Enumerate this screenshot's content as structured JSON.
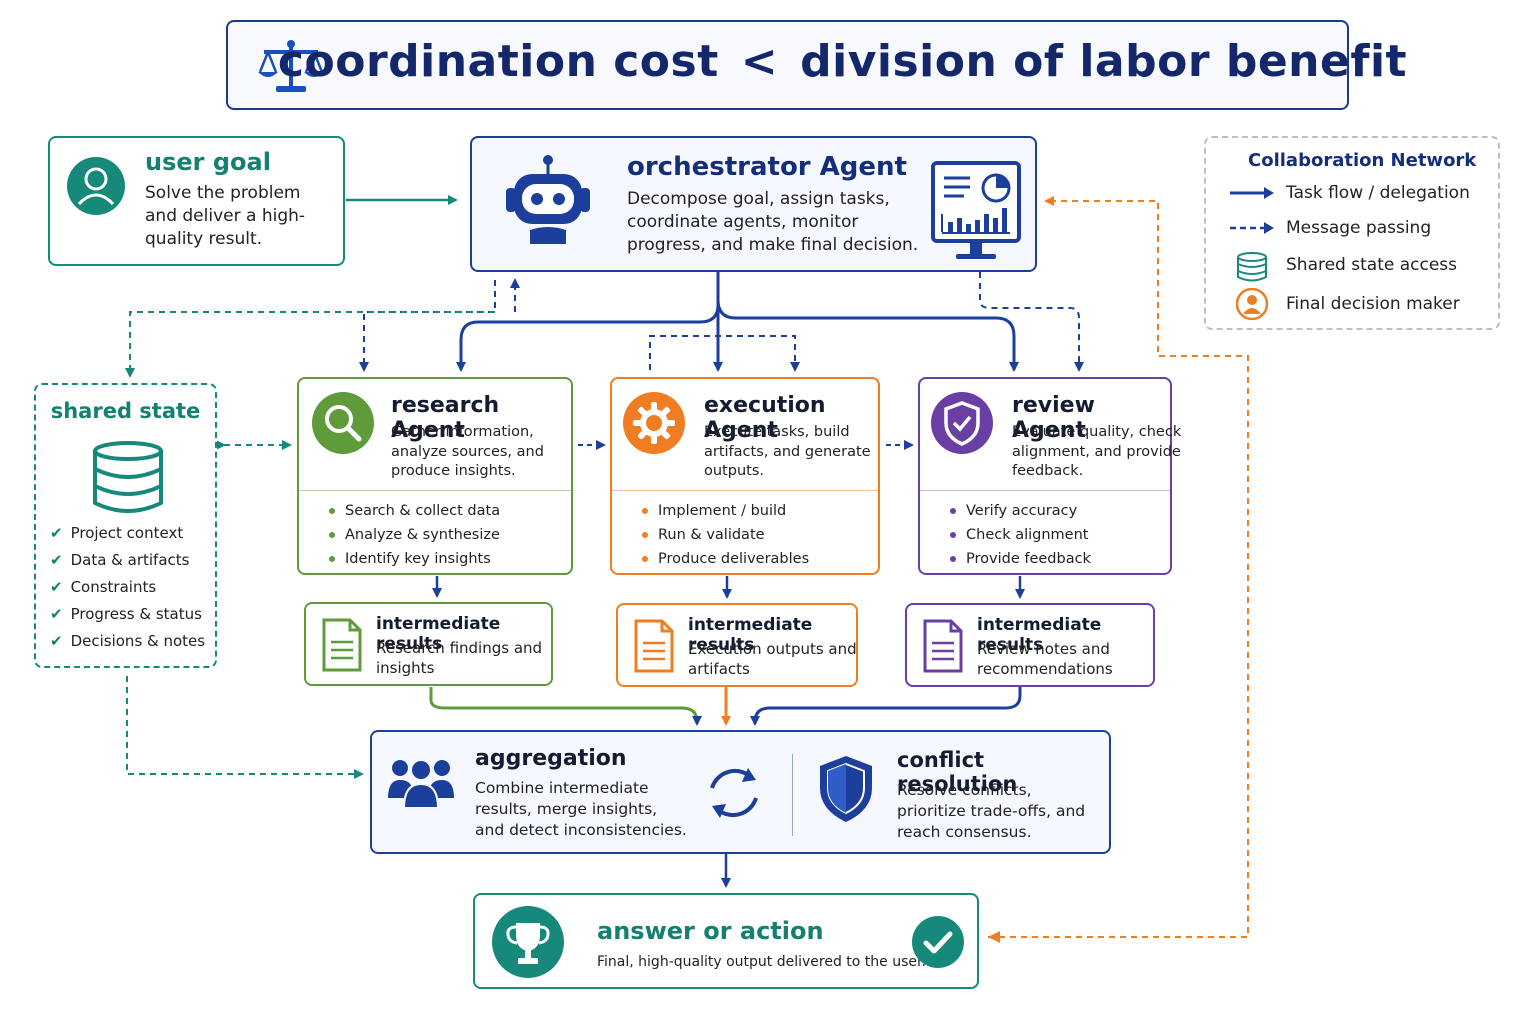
{
  "banner": {
    "left": "coordination cost",
    "op": "<",
    "right": "division of labor benefit",
    "icon": "scale-icon"
  },
  "user_goal": {
    "title": "user goal",
    "desc": "Solve the problem and deliver a high-quality result.",
    "icon": "user-icon"
  },
  "orchestrator": {
    "title": "orchestrator Agent",
    "desc": "Decompose goal, assign tasks, coordinate agents, monitor progress, and make final decision.",
    "icon": "robot-icon"
  },
  "legend": {
    "title": "Collaboration Network",
    "items": [
      {
        "label": "Task flow / delegation",
        "icon": "solid-arrow-icon"
      },
      {
        "label": "Message passing",
        "icon": "dashed-arrow-icon"
      },
      {
        "label": "Shared state access",
        "icon": "database-icon"
      },
      {
        "label": "Final decision maker",
        "icon": "user-icon"
      }
    ]
  },
  "shared_state": {
    "title": "shared state",
    "items": [
      "Project context",
      "Data & artifacts",
      "Constraints",
      "Progress & status",
      "Decisions & notes"
    ]
  },
  "agents": [
    {
      "title": "research Agent",
      "desc": "Gather information, analyze sources, and produce insights.",
      "tasks": [
        "Search & collect data",
        "Analyze & synthesize",
        "Identify key insights"
      ],
      "color": "#5f9a3b",
      "icon": "magnifier-icon"
    },
    {
      "title": "execution Agent",
      "desc": "Execute tasks, build artifacts, and generate outputs.",
      "tasks": [
        "Implement / build",
        "Run & validate",
        "Produce deliverables"
      ],
      "color": "#ef7d22",
      "icon": "gear-icon"
    },
    {
      "title": "review Agent",
      "desc": "Evaluate quality, check alignment, and provide feedback.",
      "tasks": [
        "Verify accuracy",
        "Check alignment",
        "Provide feedback"
      ],
      "color": "#6a3fa3",
      "icon": "shield-check-icon"
    }
  ],
  "intermediate": [
    {
      "title": "intermediate results",
      "desc": "Research findings and insights"
    },
    {
      "title": "intermediate results",
      "desc": "Execution outputs and artifacts"
    },
    {
      "title": "intermediate results",
      "desc": "Review notes and recommendations"
    }
  ],
  "aggregation": {
    "title": "aggregation",
    "desc": "Combine intermediate results, merge insights, and detect inconsistencies.",
    "icon": "team-icon"
  },
  "conflict": {
    "title": "conflict resolution",
    "desc": "Resolve conflicts, prioritize trade-offs, and reach consensus.",
    "icon": "shield-icon"
  },
  "answer": {
    "title": "answer or action",
    "desc": "Final, high-quality output delivered to the user.",
    "icon": "trophy-icon"
  },
  "colors": {
    "navy": "#1b3f9a",
    "teal": "#16897a",
    "green": "#5f9a3b",
    "orange": "#ef7d22",
    "purple": "#6a3fa3"
  }
}
